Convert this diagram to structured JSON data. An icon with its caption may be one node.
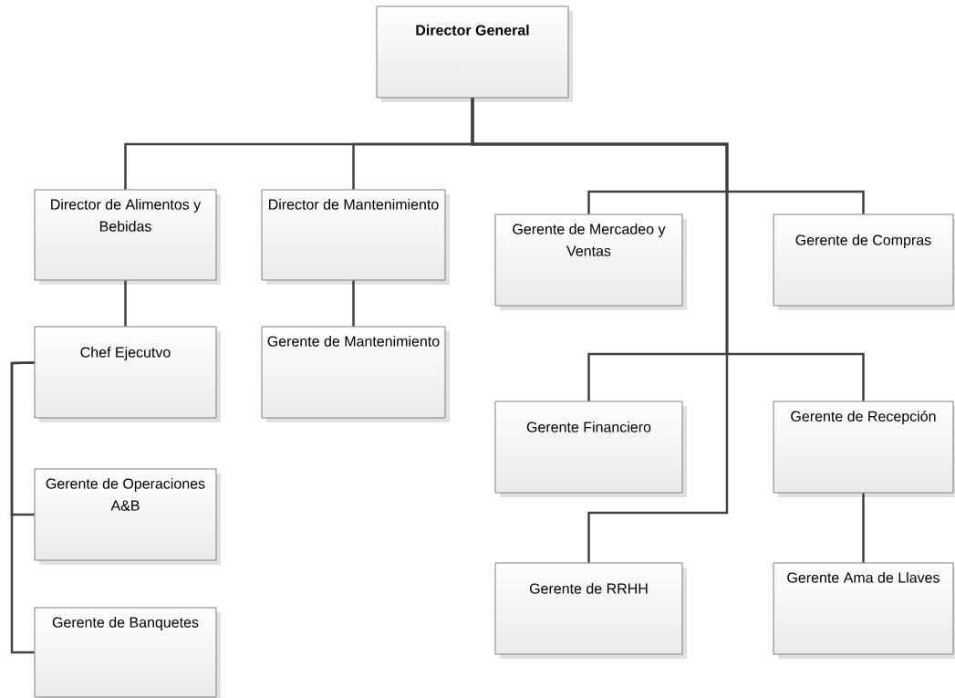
{
  "diagram": {
    "nodes": [
      {
        "text": [
          "Director General"
        ]
      },
      {
        "text": [
          "Director de Alimentos y Bebidas"
        ]
      },
      {
        "text": [
          "Director de Mantenimiento"
        ]
      },
      {
        "text": [
          "Chef Ejecutvo"
        ]
      },
      {
        "text": [
          "Gerente de Mantenimiento"
        ]
      },
      {
        "text": [
          "Gerente de Operaciones A&B"
        ]
      },
      {
        "text": [
          "Gerente de Banquetes"
        ]
      },
      {
        "text": [
          "Gerente de Mercadeo y Ventas"
        ]
      },
      {
        "text": [
          "Gerente de Compras"
        ]
      },
      {
        "text": [
          "Gerente Financiero"
        ]
      },
      {
        "text": [
          "Gerente de Recepción"
        ]
      },
      {
        "text": [
          "Gerente de RRHH"
        ]
      },
      {
        "text": [
          "Gerente Ama de Llaves"
        ]
      }
    ],
    "edges": [
      {
        "from": 0,
        "to": 1,
        "arrow": "none"
      },
      {
        "from": 0,
        "to": 2,
        "arrow": "none"
      },
      {
        "from": 0,
        "to": 7,
        "arrow": "none"
      },
      {
        "from": 0,
        "to": 8,
        "arrow": "none"
      },
      {
        "from": 0,
        "to": 9,
        "arrow": "none"
      },
      {
        "from": 0,
        "to": 10,
        "arrow": "none"
      },
      {
        "from": 0,
        "to": 11,
        "arrow": "none"
      },
      {
        "from": 1,
        "to": 3,
        "arrow": "none"
      },
      {
        "from": 2,
        "to": 4,
        "arrow": "none"
      },
      {
        "from": 3,
        "to": 5,
        "arrow": "none"
      },
      {
        "from": 3,
        "to": 6,
        "arrow": "none"
      },
      {
        "from": 10,
        "to": 12,
        "arrow": "none"
      }
    ]
  }
}
